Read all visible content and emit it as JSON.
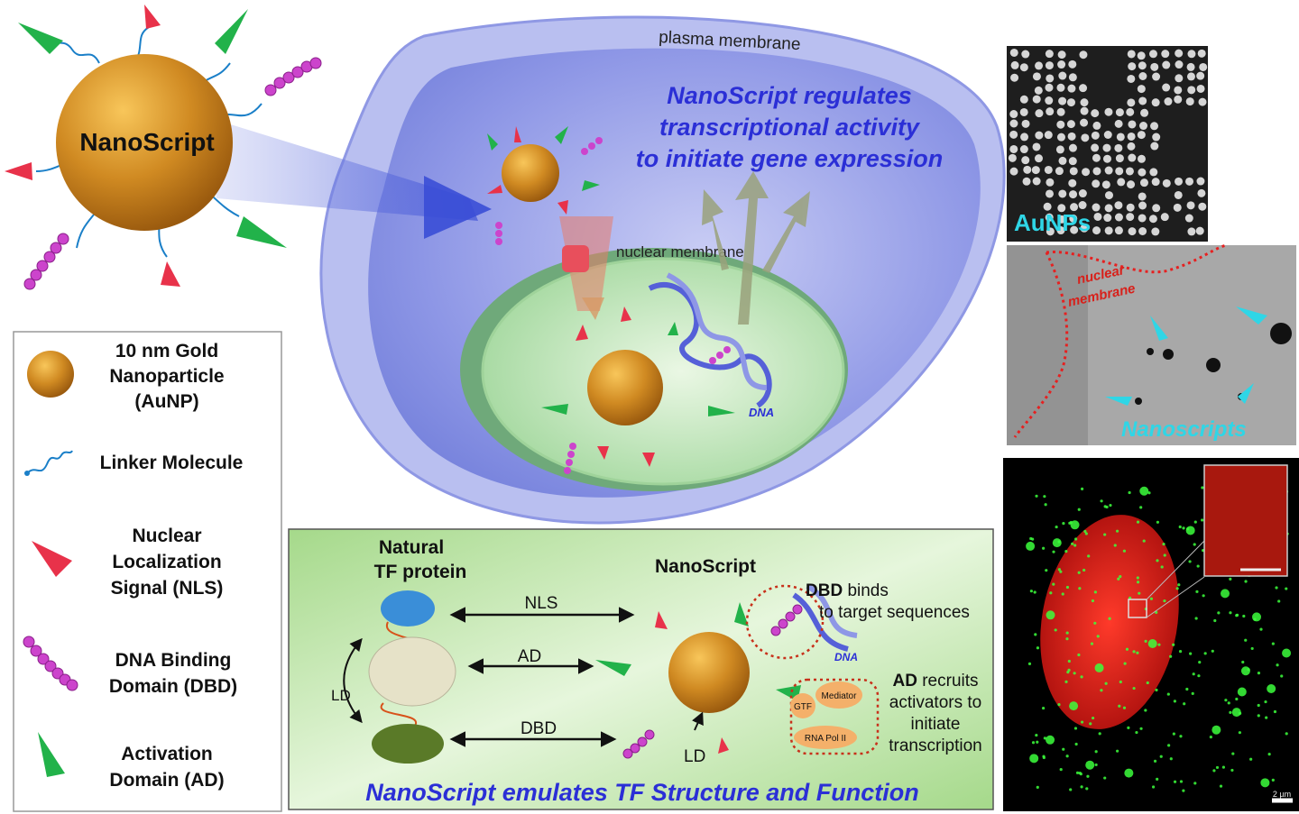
{
  "nanoparticle": {
    "label": "NanoScript"
  },
  "cell": {
    "plasma_membrane_label": "plasma membrane",
    "nuclear_membrane_label": "nuclear membrane",
    "headline_lines": [
      "NanoScript regulates",
      "transcriptional activity",
      "to initiate gene expression"
    ],
    "dna_label": "DNA"
  },
  "legend": {
    "items": [
      {
        "lines": [
          "10 nm Gold",
          "Nanoparticle",
          "(AuNP)"
        ],
        "icon": "gold-sphere-icon"
      },
      {
        "lines": [
          "Linker Molecule"
        ],
        "icon": "linker-coil-icon"
      },
      {
        "lines": [
          "Nuclear",
          "Localization",
          "Signal (NLS)"
        ],
        "icon": "nls-cone-icon"
      },
      {
        "lines": [
          "DNA Binding",
          "Domain (DBD)"
        ],
        "icon": "dbd-beads-icon"
      },
      {
        "lines": [
          "Activation",
          "Domain (AD)"
        ],
        "icon": "ad-cone-icon"
      }
    ],
    "colors": {
      "gold": "#c8801c",
      "linker": "#1a7fc8",
      "nls": "#e8324a",
      "dbd": "#cc44cc",
      "ad": "#22b24a"
    }
  },
  "comparison": {
    "natural_title_lines": [
      "Natural",
      "TF protein"
    ],
    "nanoscript_title": "NanoScript",
    "rows": [
      "NLS",
      "AD",
      "DBD"
    ],
    "ld_left": "LD",
    "ld_bottom": "LD",
    "dbd_note": {
      "bold": "DBD",
      "line1_rest": " binds",
      "line2": "to target sequences"
    },
    "ad_note": {
      "bold": "AD",
      "line1_rest": " recruits",
      "line2": "activators to",
      "line3": "initiate",
      "line4": "transcription"
    },
    "complex_labels": [
      "GTF",
      "Mediator",
      "RNA Pol II"
    ],
    "dna_label": "DNA",
    "footer": "NanoScript emulates TF Structure and Function"
  },
  "micrographs": {
    "aunps_label": "AuNPs",
    "nuclear_membrane_lines": [
      "nuclear",
      "membrane"
    ],
    "nanoscripts_label": "Nanoscripts",
    "scale_label": "2 µm"
  }
}
